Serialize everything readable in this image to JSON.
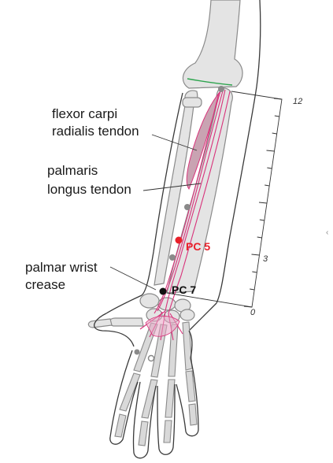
{
  "labels": {
    "fcr_line1": "flexor carpi",
    "fcr_line2": "radialis tendon",
    "pl_line1": "palmaris",
    "pl_line2": "longus tendon",
    "wrist_line1": "palmar wrist",
    "wrist_line2": "crease"
  },
  "points": {
    "pc5": "PC 5",
    "pc7": "PC 7"
  },
  "ruler": {
    "tick_12": "12",
    "tick_3": "3",
    "tick_0": "0"
  },
  "colors": {
    "pc5": "#e8202a",
    "pc7": "#111111",
    "tendon": "#d8327a",
    "crease_line": "#2da44e"
  }
}
